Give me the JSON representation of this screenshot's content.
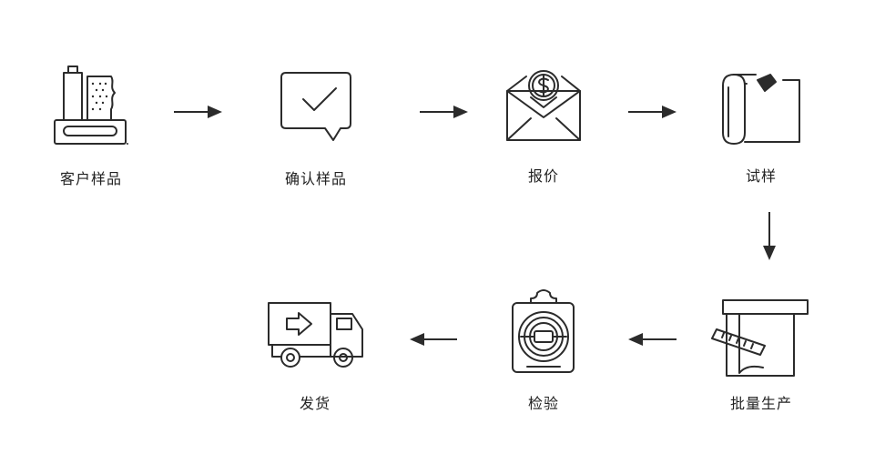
{
  "steps": [
    {
      "label": "客户样品",
      "icon": "customer-sample-icon"
    },
    {
      "label": "确认样品",
      "icon": "confirm-check-icon"
    },
    {
      "label": "报价",
      "icon": "quote-envelope-dollar-icon"
    },
    {
      "label": "试样",
      "icon": "blueprint-scroll-icon"
    },
    {
      "label": "批量生产",
      "icon": "fabric-ruler-icon"
    },
    {
      "label": "检验",
      "icon": "inspection-clipboard-icon"
    },
    {
      "label": "发货",
      "icon": "delivery-truck-icon"
    }
  ],
  "colors": {
    "stroke": "#2b2b2b",
    "text": "#222222",
    "background": "#ffffff"
  }
}
